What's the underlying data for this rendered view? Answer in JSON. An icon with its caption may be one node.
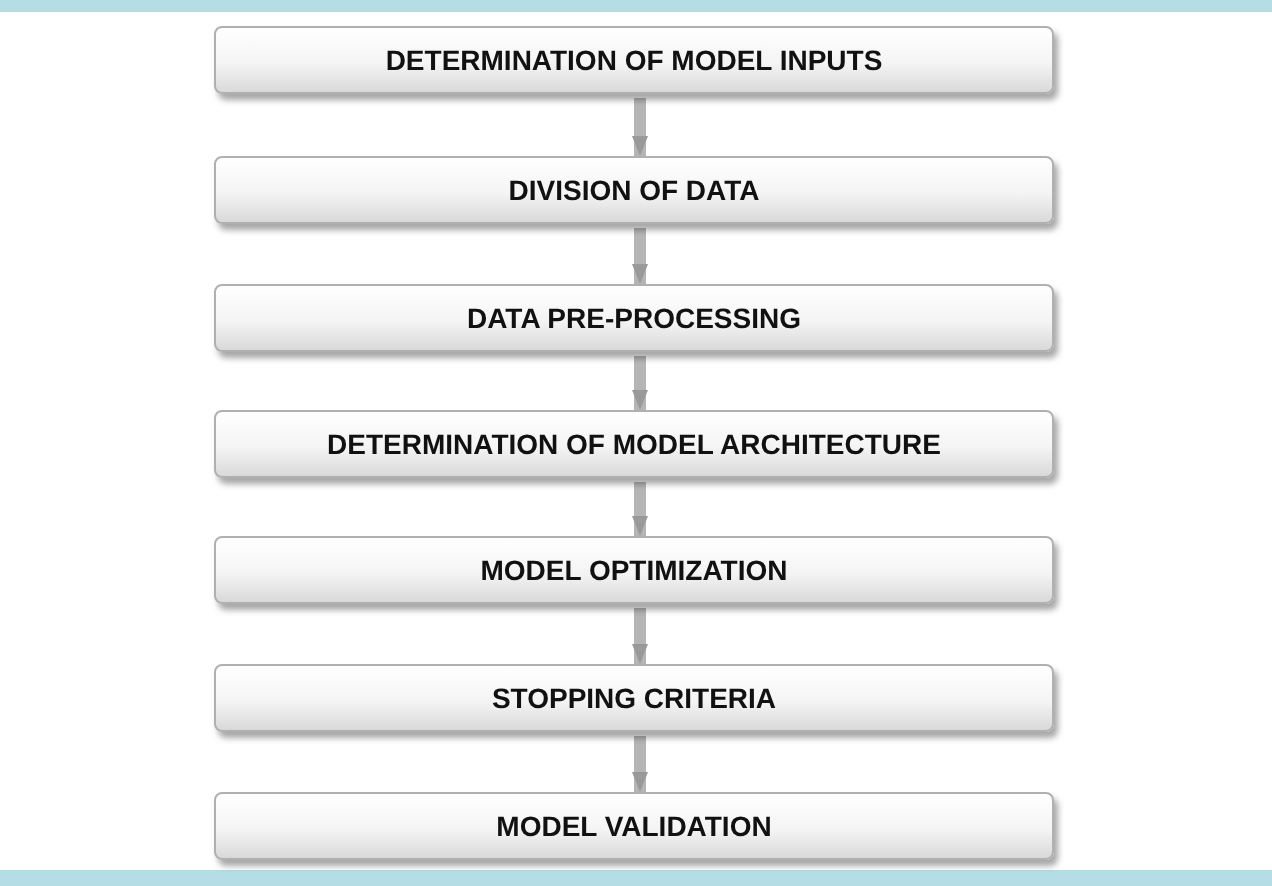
{
  "diagram": {
    "nodes": [
      {
        "text": [
          "DETERMINATION OF MODEL INPUTS"
        ]
      },
      {
        "text": [
          "DIVISION OF DATA"
        ]
      },
      {
        "text": [
          "DATA PRE-PROCESSING"
        ]
      },
      {
        "text": [
          "DETERMINATION OF MODEL ARCHITECTURE"
        ]
      },
      {
        "text": [
          "MODEL OPTIMIZATION"
        ]
      },
      {
        "text": [
          "STOPPING CRITERIA"
        ]
      },
      {
        "text": [
          "MODEL VALIDATION"
        ]
      }
    ],
    "edges": [
      {
        "from": 0,
        "to": 1,
        "arrow": "to"
      },
      {
        "from": 1,
        "to": 2,
        "arrow": "to"
      },
      {
        "from": 2,
        "to": 3,
        "arrow": "to"
      },
      {
        "from": 3,
        "to": 4,
        "arrow": "to"
      },
      {
        "from": 4,
        "to": 5,
        "arrow": "to"
      },
      {
        "from": 5,
        "to": 6,
        "arrow": "to"
      }
    ]
  }
}
